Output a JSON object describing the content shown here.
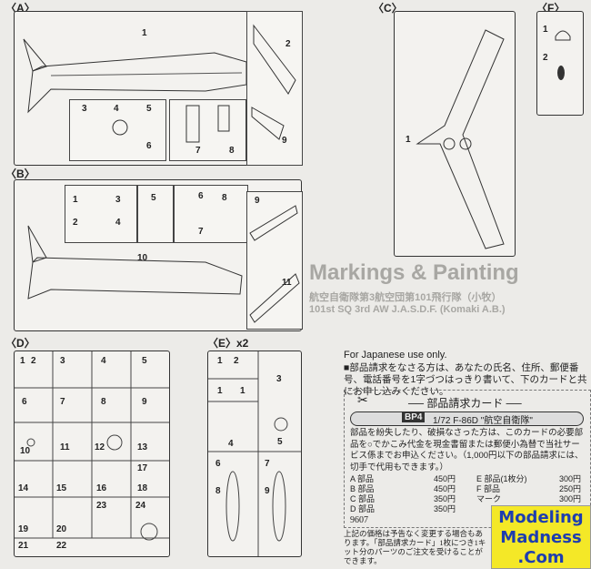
{
  "sections": {
    "a": "〈A〉",
    "b": "〈B〉",
    "c": "〈C〉",
    "d": "〈D〉",
    "e": "〈E〉x2",
    "f": "〈F〉"
  },
  "background_text": {
    "title": "Markings & Painting",
    "line1": "航空自衛隊第3航空団第101飛行隊（小牧）",
    "line2": "101st SQ 3rd AW J.A.S.D.F. (Komaki A.B.)"
  },
  "parts": {
    "a": [
      "1",
      "2",
      "3",
      "4",
      "5",
      "6",
      "7",
      "8",
      "9"
    ],
    "b": [
      "1",
      "2",
      "3",
      "4",
      "5",
      "6",
      "7",
      "8",
      "9",
      "10",
      "11"
    ],
    "c": [
      "1"
    ],
    "f": [
      "1",
      "2"
    ],
    "d": [
      "1",
      "2",
      "3",
      "4",
      "5",
      "6",
      "7",
      "8",
      "9",
      "10",
      "11",
      "12",
      "13",
      "14",
      "15",
      "16",
      "17",
      "18",
      "19",
      "20",
      "21",
      "22",
      "23",
      "24"
    ],
    "e": [
      "1",
      "2",
      "3",
      "1",
      "1",
      "4",
      "5",
      "6",
      "8",
      "7",
      "9"
    ]
  },
  "order": {
    "intro": "For Japanese use only.",
    "instructions": "■部品請求をなさる方は、あなたの氏名、住所、郵便番号、電話番号を1字づつはっきり書いて、下のカードと共にお申し込みください。",
    "card_title": "── 部品請求カード ──",
    "kit_code": "BP4",
    "kit_name": "1/72 F-86D \"航空自衛隊\"",
    "card_text": "部品を紛失したり、破損なさった方は、このカードの必要部品を○でかこみ代金を現金書留または郵便小為替で当社サービス係までお申込ください。（1,000円以下の部品請求には、切手で代用もできます。）",
    "prices": [
      {
        "label": "A 部品",
        "price": "450円"
      },
      {
        "label": "B 部品",
        "price": "450円"
      },
      {
        "label": "C 部品",
        "price": "350円"
      },
      {
        "label": "D 部品",
        "price": "350円"
      },
      {
        "label": "E 部品(1枚分)",
        "price": "300円"
      },
      {
        "label": "F 部品",
        "price": "250円"
      },
      {
        "label": "マーク",
        "price": "300円"
      }
    ],
    "code": "9607",
    "footer": "上記の価格は予告なく変更する場合もあります。「部品請求カード」1枚につき1キット分のパーツのご注文を受けることができます。"
  },
  "watermark": {
    "line1": "Modeling",
    "line2": "Madness",
    "line3": ".Com"
  }
}
